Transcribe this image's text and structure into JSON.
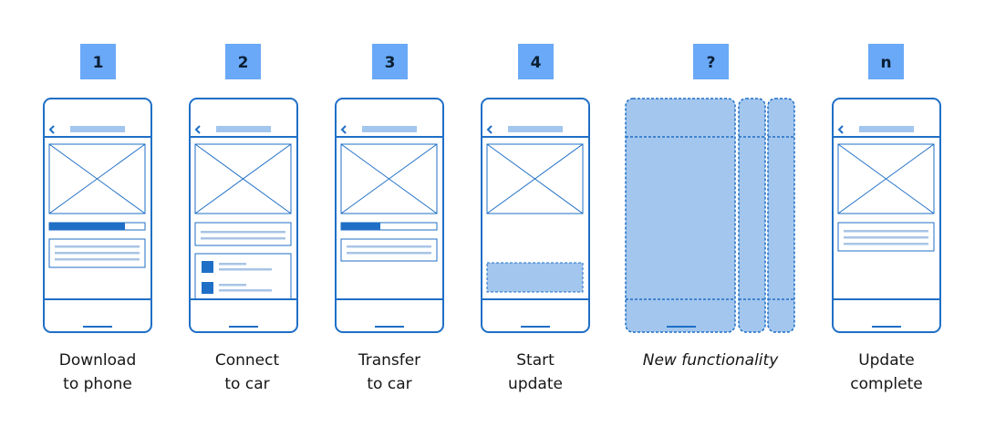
{
  "colors": {
    "outline": "#1f6fc6",
    "badge": "#6aa9f7",
    "light_fill": "#a3c6ee",
    "line_fill": "#a8c4e6",
    "text": "#161616"
  },
  "steps": [
    {
      "badge": "1",
      "caption_line1": "Download",
      "caption_line2": "to phone"
    },
    {
      "badge": "2",
      "caption_line1": "Connect",
      "caption_line2": "to car"
    },
    {
      "badge": "3",
      "caption_line1": "Transfer",
      "caption_line2": "to car"
    },
    {
      "badge": "4",
      "caption_line1": "Start",
      "caption_line2": "update"
    },
    {
      "badge": "?",
      "caption_line1": "New functionality",
      "caption_line2": ""
    },
    {
      "badge": "n",
      "caption_line1": "Update",
      "caption_line2": "complete"
    }
  ],
  "icons": {
    "back": "back-chevron-icon",
    "image_placeholder": "image-placeholder-icon",
    "home_indicator": "home-indicator-icon"
  }
}
